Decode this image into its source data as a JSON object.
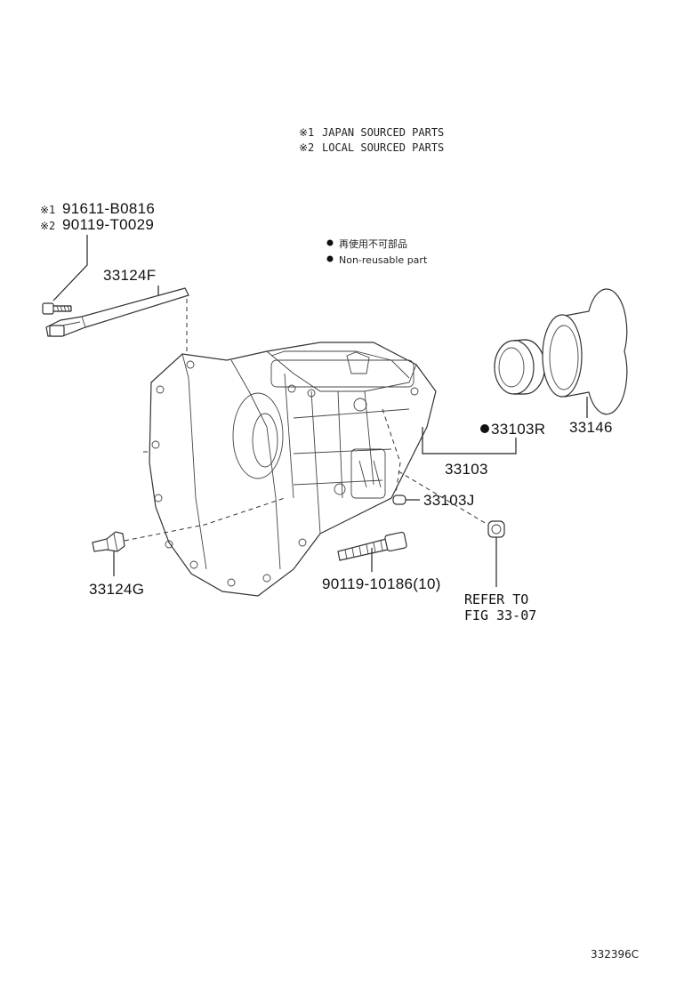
{
  "legend": {
    "mark1_symbol": "※1",
    "mark1_text": "JAPAN SOURCED PARTS",
    "mark2_symbol": "※2",
    "mark2_text": "LOCAL SOURCED PARTS",
    "nonreusable_jp": "再使用不可部品",
    "nonreusable_en": "Non-reusable part"
  },
  "parts": {
    "p_91611": "91611-B0816",
    "p_90119_t": "90119-T0029",
    "p_33124f": "33124F",
    "p_33103r": "33103R",
    "p_33146": "33146",
    "p_33103": "33103",
    "p_33103j": "33103J",
    "p_33124g": "33124G",
    "p_90119_10186": "90119-10186(10)",
    "refer_line1": "REFER TO",
    "refer_line2": "FIG 33-07"
  },
  "diagram_code": "332396C"
}
